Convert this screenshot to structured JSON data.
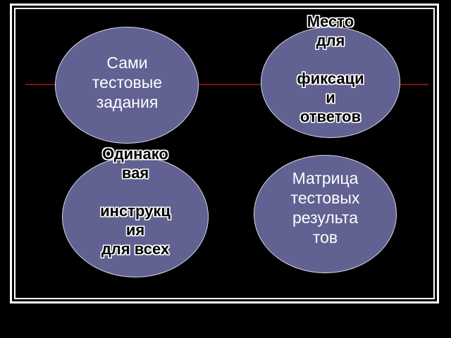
{
  "colors": {
    "background": "#000000",
    "frame": "#ffffff",
    "divider": "#7a1414",
    "oval_fill": "#616192",
    "oval_border": "#d8d8e8"
  },
  "nodes": {
    "top_left": {
      "text": "Сами\nтестовые\n задания"
    },
    "top_right": {
      "text": "Место\nдля\n\nфиксаци\nи\nответов"
    },
    "bottom_left": {
      "text": "Одинако\nвая\n\nинструкц\nия\nдля всех"
    },
    "bottom_right": {
      "text": "Матрица\nтестовых\nрезульта\nтов"
    }
  }
}
